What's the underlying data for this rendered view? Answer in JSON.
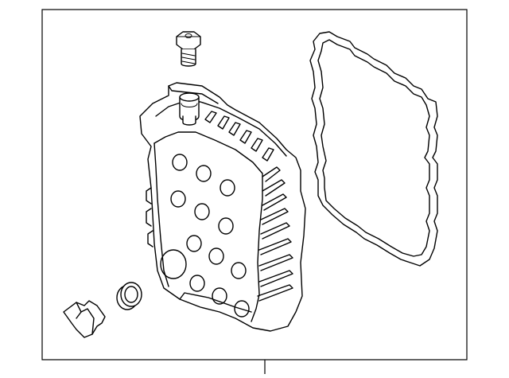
{
  "diagram": {
    "parts": [
      {
        "id": "bolt",
        "icon": "bolt-icon"
      },
      {
        "id": "valve-body",
        "icon": "valve-body-icon"
      },
      {
        "id": "pan-gasket",
        "icon": "gasket-icon"
      },
      {
        "id": "seal-ring",
        "icon": "seal-ring-icon"
      },
      {
        "id": "connector",
        "icon": "connector-icon"
      }
    ],
    "colors": {
      "line": "#000000",
      "background": "#ffffff",
      "frame": "#000000"
    }
  }
}
